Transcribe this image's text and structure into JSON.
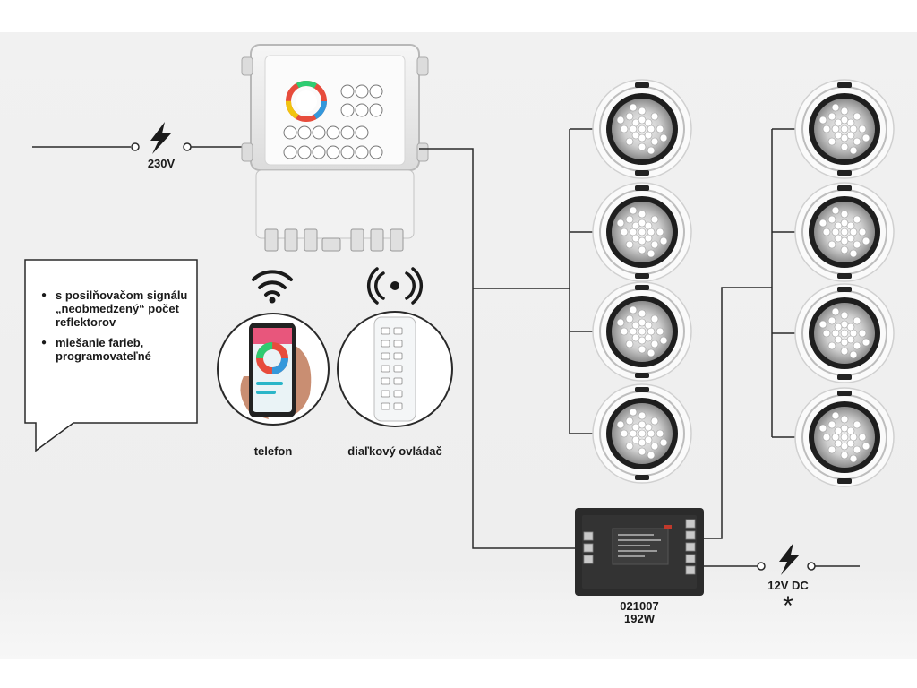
{
  "labels": {
    "mains": "230V",
    "phone": "telefon",
    "remote": "diaľkový ovládač",
    "dc": "12V DC",
    "psu_code": "021007",
    "psu_power": "192W",
    "asterisk": "*"
  },
  "callout": {
    "items": [
      "s posilňovačom signálu „neobmedzený“ počet reflektorov",
      "miešanie farieb, programovateľné"
    ]
  },
  "icons": {
    "power": "lightning-bolt-icon",
    "wifi": "wifi-icon",
    "radio": "radio-signal-icon"
  },
  "colors": {
    "background": "#efefef",
    "wire": "#2a2a2a",
    "psu": "#2b2b2b"
  }
}
